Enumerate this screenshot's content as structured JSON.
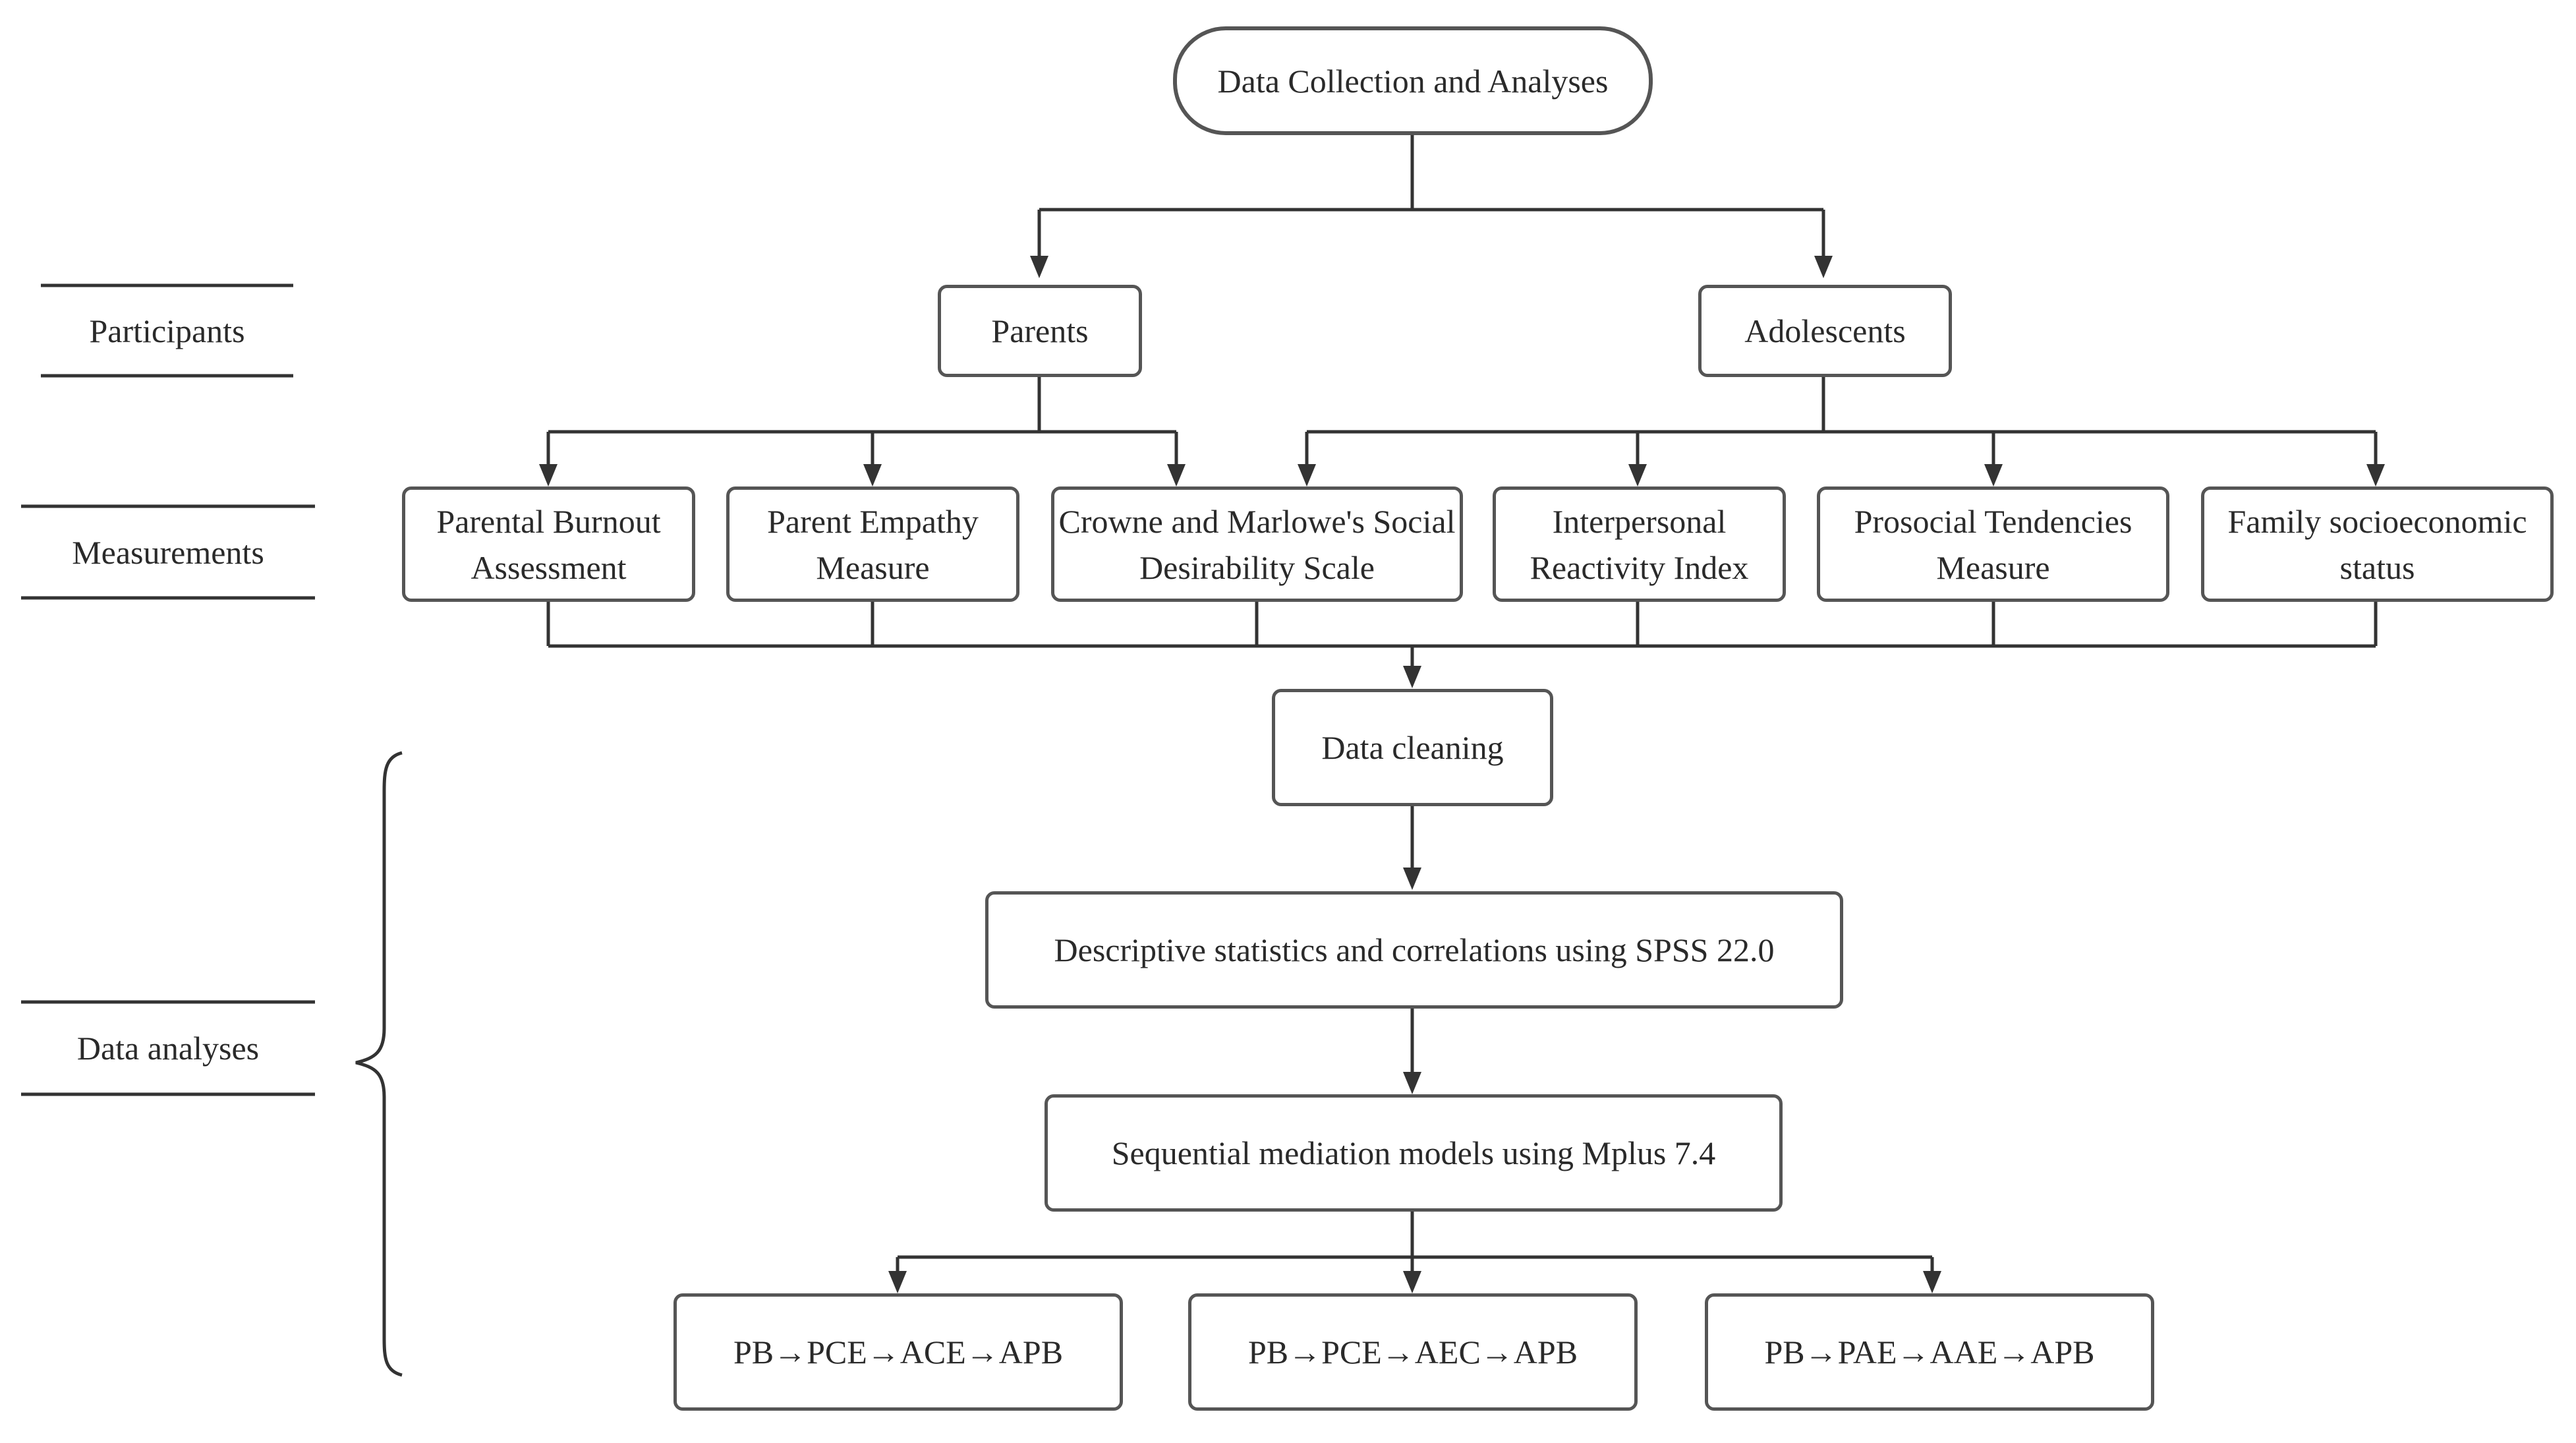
{
  "diagram": {
    "title": "Data Collection and Analyses",
    "side_labels": {
      "participants": "Participants",
      "measurements": "Measurements",
      "data_analyses": "Data analyses"
    },
    "participants": {
      "parents": "Parents",
      "adolescents": "Adolescents"
    },
    "measurements": [
      "Parental Burnout Assessment",
      "Parent Empathy Measure",
      "Crowne and Marlowe's Social Desirability Scale",
      "Interpersonal Reactivity Index",
      "Prosocial Tendencies Measure",
      "Family socioeconomic status"
    ],
    "analysis_steps": {
      "cleaning": "Data cleaning",
      "descriptive": "Descriptive statistics and correlations using SPSS 22.0",
      "mediation": "Sequential mediation models using Mplus 7.4"
    },
    "models": [
      "PB→PCE→ACE→APB",
      "PB→PCE→AEC→APB",
      "PB→PAE→AAE→APB"
    ]
  }
}
